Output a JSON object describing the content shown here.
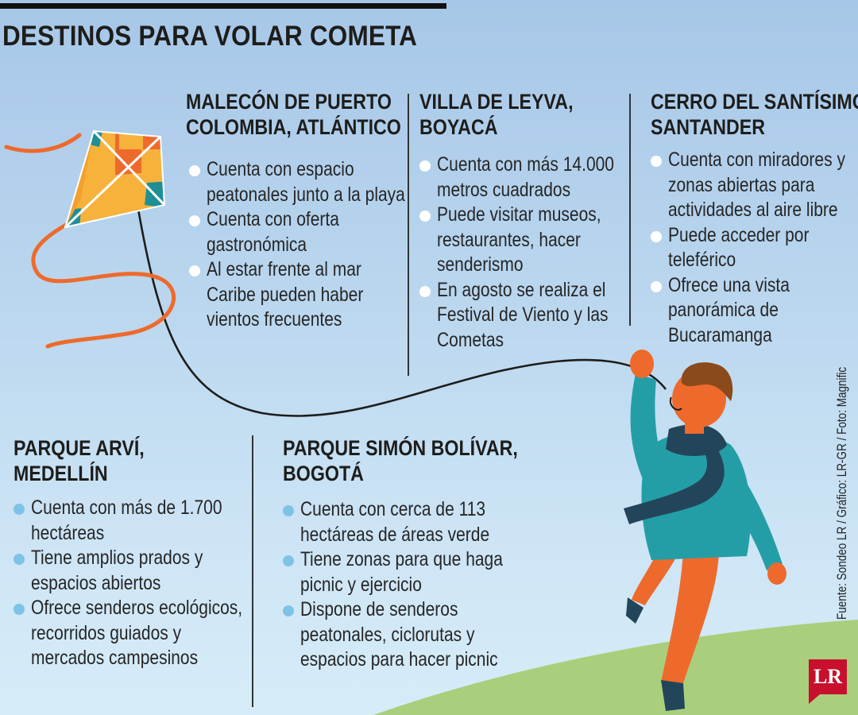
{
  "title": "DESTINOS PARA VOLAR COMETA",
  "destinations": [
    {
      "title_lines": [
        "MALECÓN DE PUERTO",
        "COLOMBIA, ATLÁNTICO"
      ],
      "bullets": [
        [
          "Cuenta con espacio",
          "peatonales junto a la playa"
        ],
        [
          "Cuenta con oferta",
          "gastronómica"
        ],
        [
          "Al estar frente al mar",
          "Caribe pueden haber",
          "vientos frecuentes"
        ]
      ]
    },
    {
      "title_lines": [
        "VILLA DE LEYVA,",
        "BOYACÁ"
      ],
      "bullets": [
        [
          "Cuenta con más 14.000",
          "metros cuadrados"
        ],
        [
          "Puede visitar museos,",
          "restaurantes, hacer",
          "senderismo"
        ],
        [
          "En agosto se realiza el",
          "Festival de Viento y las",
          "Cometas"
        ]
      ]
    },
    {
      "title_lines": [
        "CERRO DEL SANTÍSIMO,",
        "SANTANDER"
      ],
      "bullets": [
        [
          "Cuenta con miradores y",
          "zonas abiertas para",
          "actividades al aire libre"
        ],
        [
          "Puede acceder por",
          "teleférico"
        ],
        [
          "Ofrece una vista",
          "panorámica de",
          "Bucaramanga"
        ]
      ]
    },
    {
      "title_lines": [
        "PARQUE ARVÍ,",
        "MEDELLÍN"
      ],
      "bullets": [
        [
          "Cuenta con más de 1.700",
          "hectáreas"
        ],
        [
          "Tiene amplios prados y",
          "espacios abiertos"
        ],
        [
          "Ofrece senderos ecológicos,",
          "recorridos guiados y",
          "mercados campesinos"
        ]
      ]
    },
    {
      "title_lines": [
        "PARQUE SIMÓN BOLÍVAR,",
        "BOGOTÁ"
      ],
      "bullets": [
        [
          "Cuenta con cerca de 113",
          "hectáreas de áreas verde"
        ],
        [
          "Tiene zonas para que haga",
          "picnic y ejercicio"
        ],
        [
          "Dispone de senderos",
          "peatonales, ciclorutas y",
          "espacios para hacer picnic"
        ]
      ]
    }
  ],
  "credit": "Fuente: Sondeo LR / Gráfico: LR-GR / Foto: Magnific",
  "logo": "LR",
  "colors": {
    "kite_orange": "#ee6a2c",
    "kite_yellow": "#f7b23b",
    "kite_teal": "#1f8f96",
    "sweater_teal": "#249ea6",
    "scarf_navy": "#23455a",
    "pants_orange": "#ee6a2c",
    "hair_brown": "#8a4a1c",
    "hill_green": "#a9cf7c",
    "bullet_white": "#ffffff",
    "bullet_blue": "#7ec3e6",
    "logo_red": "#c8102e"
  },
  "icons": [
    "kite-illustration",
    "boy-illustration",
    "hill"
  ]
}
